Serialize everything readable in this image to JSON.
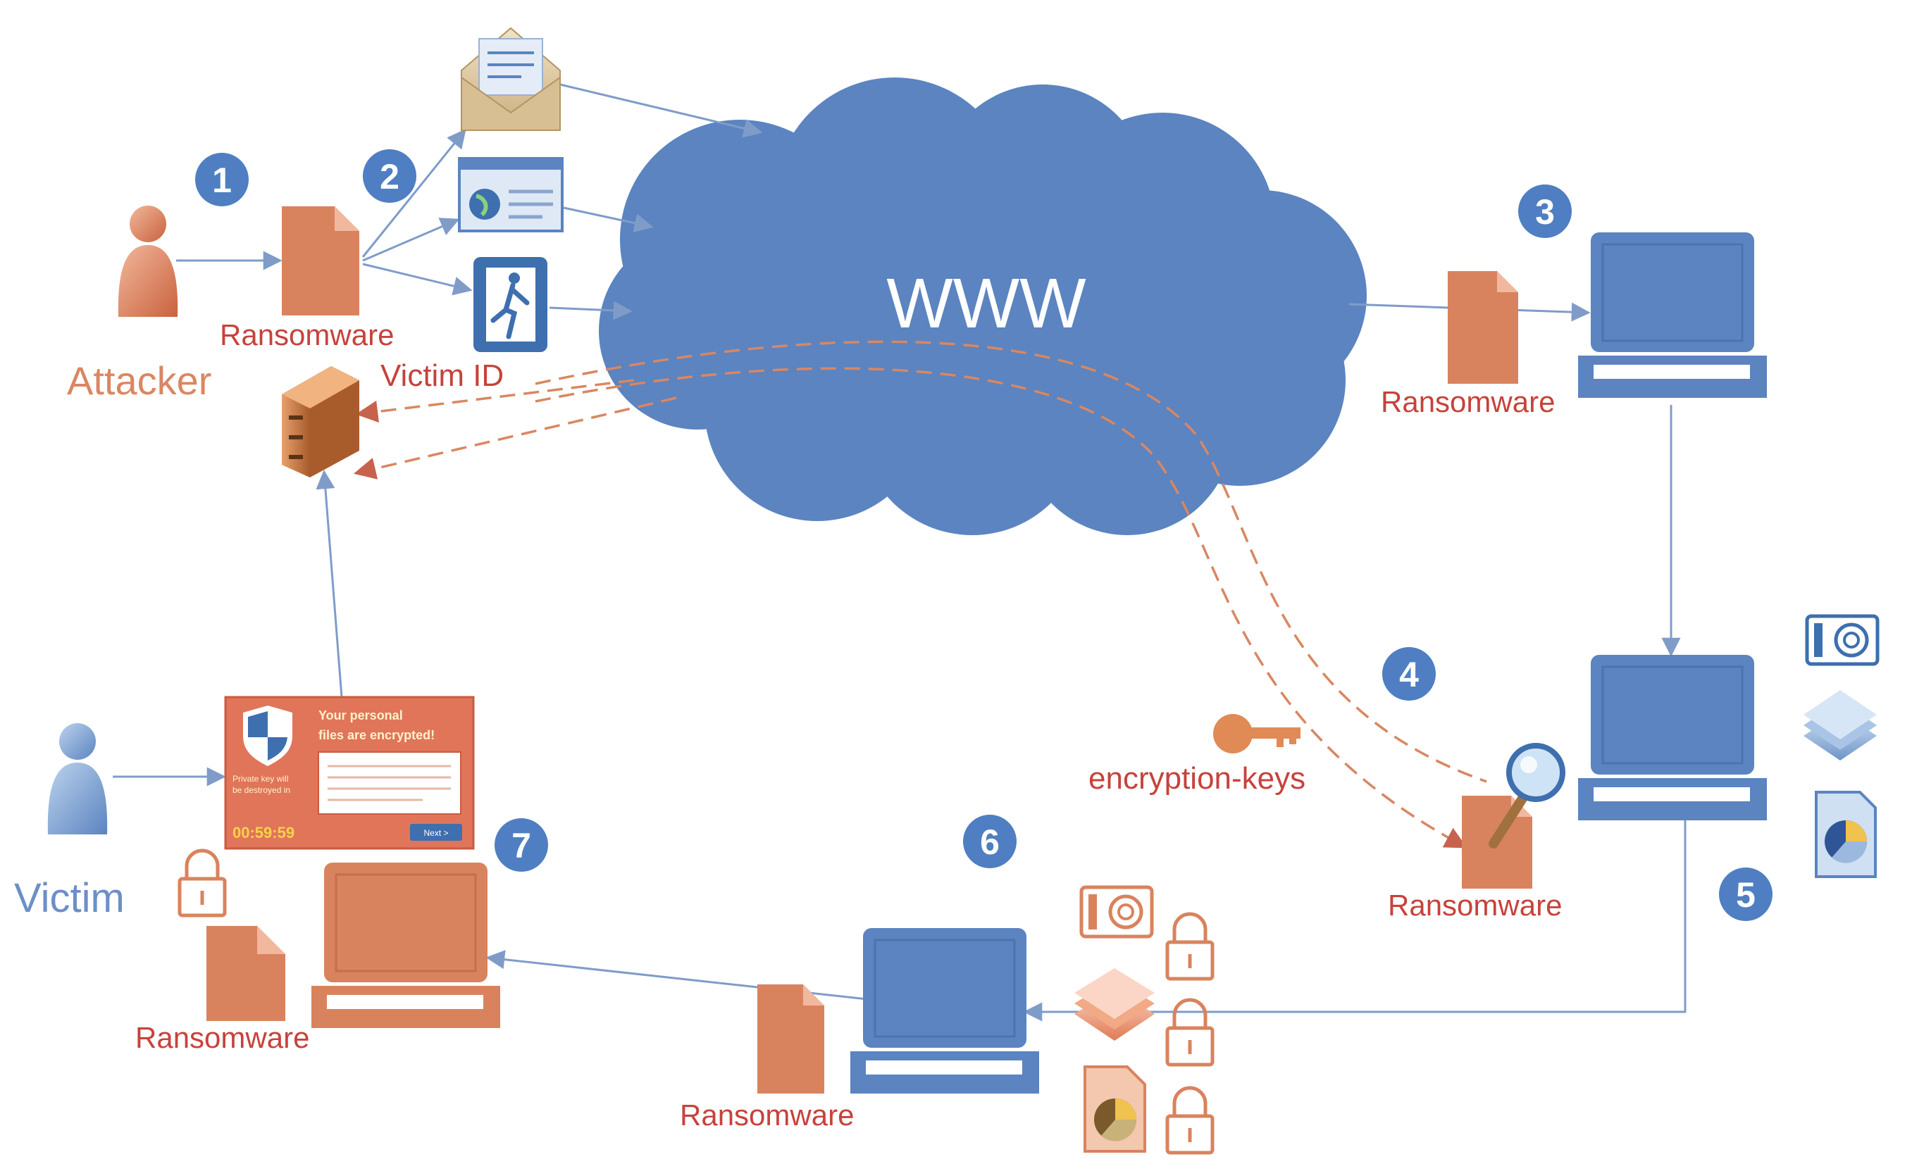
{
  "labels": {
    "cloud": "WWW",
    "attacker": "Attacker",
    "victim": "Victim",
    "victim_id": "Victim ID",
    "encryption_keys": "encryption-keys",
    "ransomware": "Ransomware"
  },
  "steps": [
    "1",
    "2",
    "3",
    "4",
    "5",
    "6",
    "7"
  ],
  "ransom_note": {
    "heading_line1": "Your personal",
    "heading_line2": "files are encrypted!",
    "side_line1": "Private key will",
    "side_line2": "be destroyed in",
    "timer": "00:59:59",
    "button": "Next >"
  },
  "colors": {
    "blue": "#5b84c0",
    "orange": "#d9835e",
    "red_text": "#c7423c",
    "attacker_text": "#d98762",
    "victim_text": "#6c8fc6",
    "edge": "#7f9cc9"
  }
}
